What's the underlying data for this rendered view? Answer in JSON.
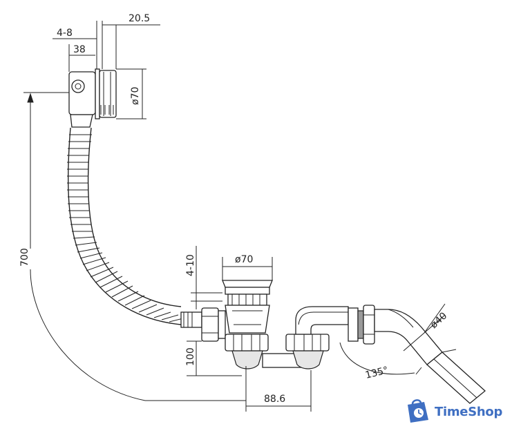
{
  "dimensions": {
    "adjust_gap": "4-8",
    "cover_depth": "20.5",
    "overflow_depth": "38",
    "overflow_diameter": "ø70",
    "total_length": "700",
    "plug_thickness": "4-10",
    "plug_diameter": "ø70",
    "trap_height": "100",
    "outlet_offset": "88.6",
    "outlet_diameter": "ø40",
    "outlet_angle": "135°"
  },
  "brand": {
    "name": "TimeShop",
    "icon": "shopping-bag-clock-icon",
    "color": "#3f6fc2"
  }
}
